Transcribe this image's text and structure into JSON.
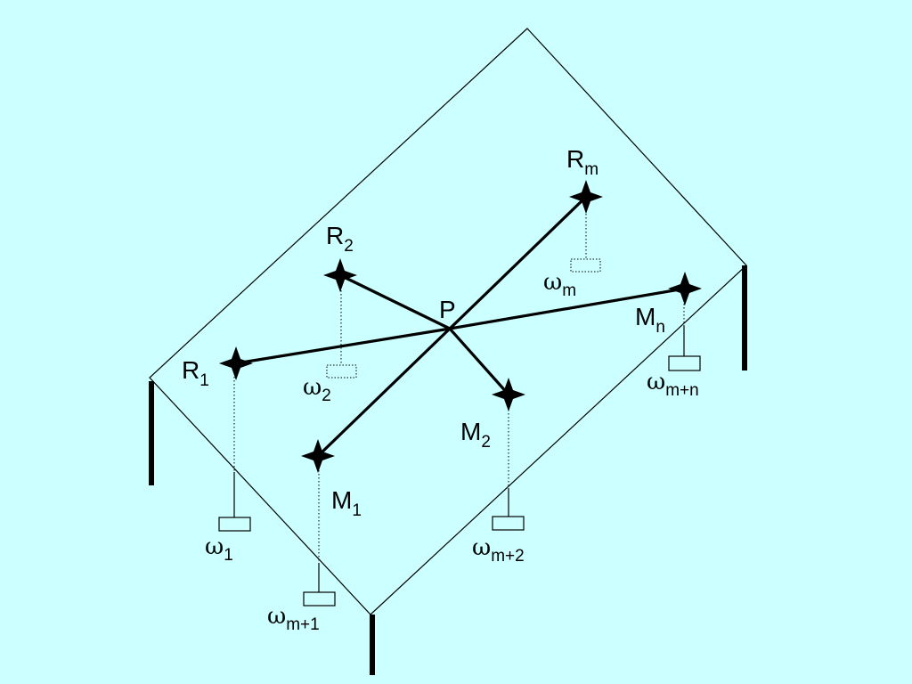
{
  "colors": {
    "background": "#ccffff",
    "ink": "#000000"
  },
  "center_point": {
    "label": "P"
  },
  "anchors": [
    {
      "id": "r1",
      "main": "R",
      "sub": "1",
      "weight_main": "ω",
      "weight_sub": "1"
    },
    {
      "id": "r2",
      "main": "R",
      "sub": "2",
      "weight_main": "ω",
      "weight_sub": "2"
    },
    {
      "id": "rm",
      "main": "R",
      "sub": "m",
      "weight_main": "ω",
      "weight_sub": "m"
    },
    {
      "id": "m1",
      "main": "M",
      "sub": "1",
      "weight_main": "ω",
      "weight_sub": "m+1"
    },
    {
      "id": "m2",
      "main": "M",
      "sub": "2",
      "weight_main": "ω",
      "weight_sub": "m+2"
    },
    {
      "id": "mn",
      "main": "M",
      "sub": "n",
      "weight_main": "ω",
      "weight_sub": "m+n"
    }
  ]
}
